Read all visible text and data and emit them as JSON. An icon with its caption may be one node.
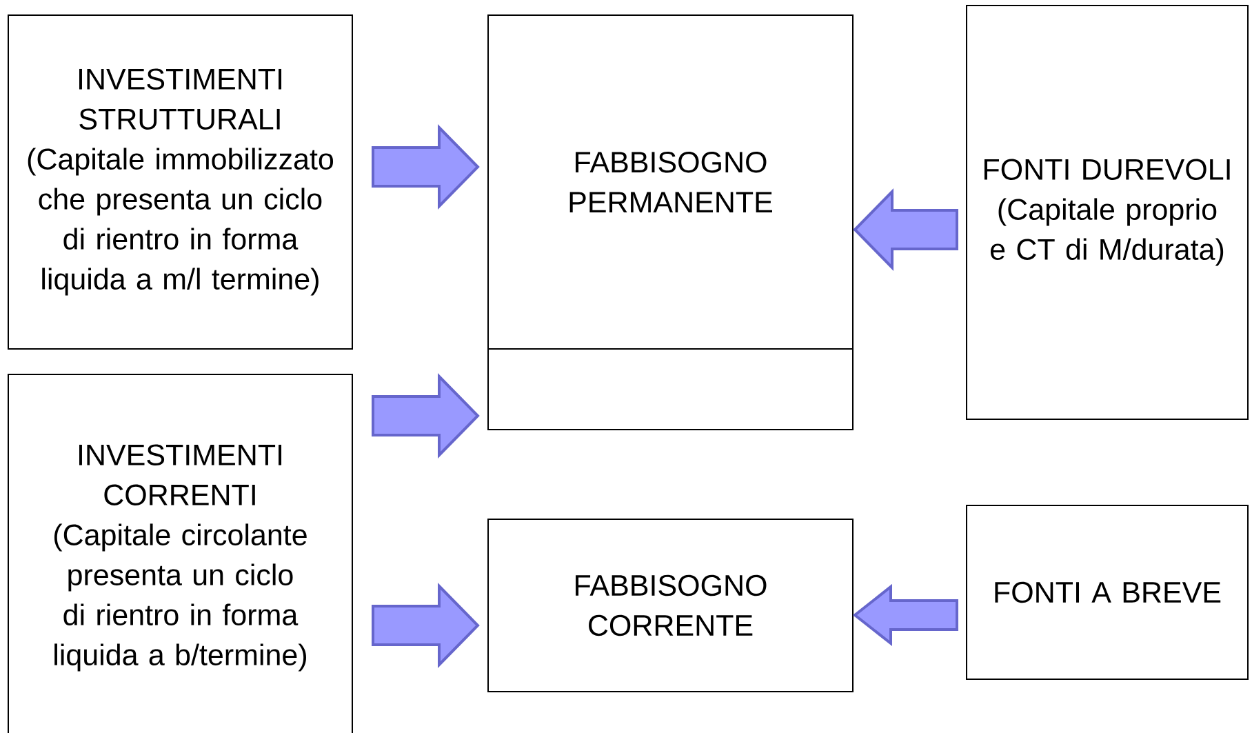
{
  "diagram": {
    "nodes": [
      {
        "text": [
          "INVESTIMENTI STRUTTURALI",
          "(Capitale immobilizzato che presenta un ciclo di rientro in forma liquida a m/l termine)"
        ]
      },
      {
        "text": [
          "INVESTIMENTI CORRENTI",
          "(Capitale circolante presenta un ciclo di rientro in forma liquida a b/termine)"
        ]
      },
      {
        "text": [
          "FABBISOGNO PERMANENTE"
        ]
      },
      {
        "text": [],
        "shape": "box"
      },
      {
        "text": [
          "FABBISOGNO CORRENTE"
        ]
      },
      {
        "text": [
          "FONTI DUREVOLI",
          "(Capitale proprio e CT di M/durata)"
        ]
      },
      {
        "text": [
          "FONTI A BREVE"
        ]
      }
    ],
    "edges": [
      {
        "from": 0,
        "to": 2,
        "arrow": "to"
      },
      {
        "from": 1,
        "to": 3,
        "arrow": "to"
      },
      {
        "from": 1,
        "to": 4,
        "arrow": "to"
      },
      {
        "from": 5,
        "to": 2,
        "arrow": "to"
      },
      {
        "from": 6,
        "to": 4,
        "arrow": "to"
      }
    ]
  }
}
